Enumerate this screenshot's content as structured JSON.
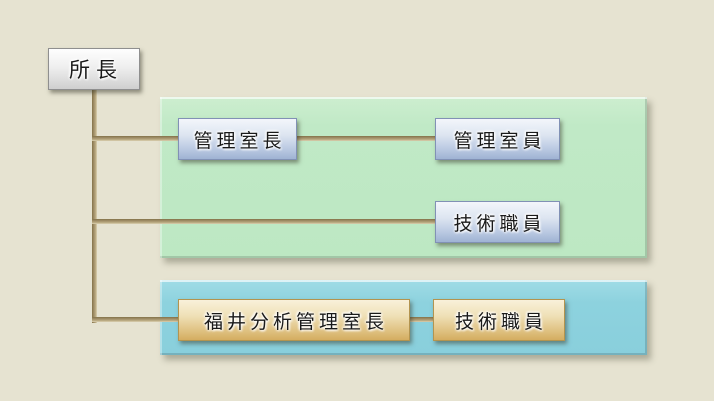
{
  "diagram": {
    "type": "org-chart",
    "nodes": {
      "director": "所長",
      "admin_office_chief": "管理室長",
      "admin_office_staff": "管理室員",
      "technical_staff_green": "技術職員",
      "fukui_analysis_office_chief": "福井分析管理室長",
      "technical_staff_blue": "技術職員"
    },
    "edges": [
      {
        "from": "director",
        "to": "admin_office_chief"
      },
      {
        "from": "admin_office_chief",
        "to": "admin_office_staff"
      },
      {
        "from": "director",
        "to": "technical_staff_green"
      },
      {
        "from": "director",
        "to": "fukui_analysis_office_chief"
      },
      {
        "from": "fukui_analysis_office_chief",
        "to": "technical_staff_blue"
      }
    ],
    "groups": [
      {
        "name": "admin-group",
        "panel_color": "#c0e9c6",
        "members": [
          "admin_office_chief",
          "admin_office_staff",
          "technical_staff_green"
        ]
      },
      {
        "name": "fukui-analysis-group",
        "panel_color": "#8dd2de",
        "members": [
          "fukui_analysis_office_chief",
          "technical_staff_blue"
        ]
      }
    ],
    "colors": {
      "background": "#e6e3d1",
      "connector_line": "#a3916a",
      "node_blue_gradient": [
        "#f3f6fb",
        "#9fb3d3"
      ],
      "node_gold_gradient": [
        "#f9f1da",
        "#d4ad60"
      ],
      "node_root_gradient": [
        "#fefefe",
        "#cfcfcf"
      ]
    }
  }
}
